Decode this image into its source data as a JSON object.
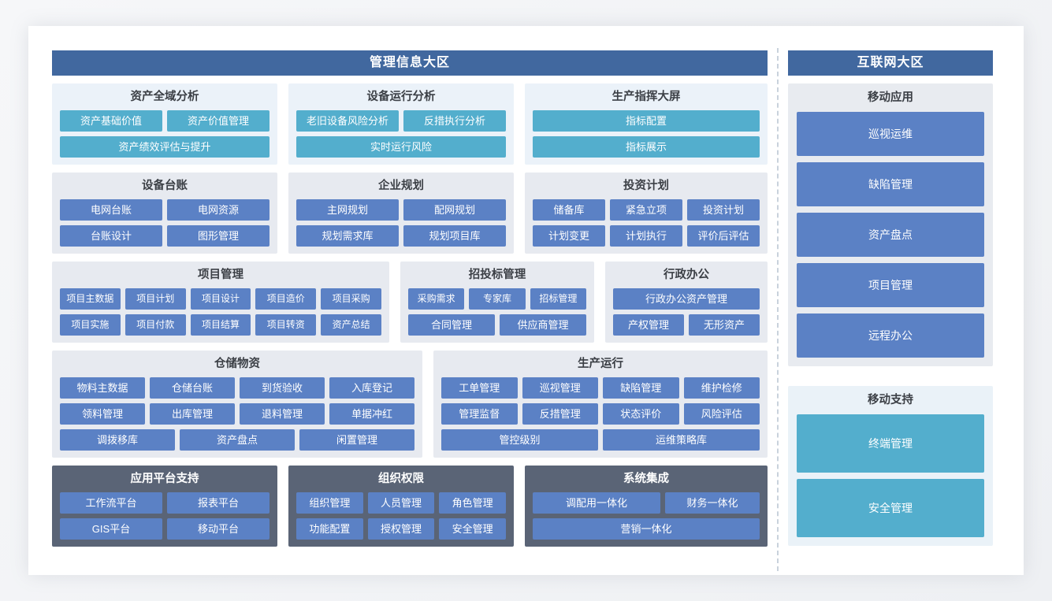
{
  "left_zone": {
    "title": "管理信息大区",
    "bands": [
      {
        "name": "analysis-band",
        "groups": [
          {
            "title": "资产全域分析",
            "theme": "teal",
            "rows": [
              [
                "资产基础价值",
                "资产价值管理"
              ],
              [
                "资产绩效评估与提升"
              ]
            ]
          },
          {
            "title": "设备运行分析",
            "theme": "teal",
            "rows": [
              [
                "老旧设备风险分析",
                "反措执行分析"
              ],
              [
                "实时运行风险"
              ]
            ]
          },
          {
            "title": "生产指挥大屏",
            "theme": "teal",
            "rows": [
              [
                "指标配置"
              ],
              [
                "指标展示"
              ]
            ]
          }
        ]
      },
      {
        "name": "ledger-band",
        "groups": [
          {
            "title": "设备台账",
            "theme": "blue",
            "rows": [
              [
                "电网台账",
                "电网资源"
              ],
              [
                "台账设计",
                "图形管理"
              ]
            ]
          },
          {
            "title": "企业规划",
            "theme": "blue",
            "rows": [
              [
                "主网规划",
                "配网规划"
              ],
              [
                "规划需求库",
                "规划项目库"
              ]
            ]
          },
          {
            "title": "投资计划",
            "theme": "blue",
            "rows": [
              [
                "储备库",
                "紧急立项",
                "投资计划"
              ],
              [
                "计划变更",
                "计划执行",
                "评价后评估"
              ]
            ]
          }
        ]
      },
      {
        "name": "project-band",
        "groups": [
          {
            "title": "项目管理",
            "theme": "blue",
            "rows": [
              [
                "项目主数据",
                "项目计划",
                "项目设计",
                "项目造价",
                "项目采购"
              ],
              [
                "项目实施",
                "项目付款",
                "项目结算",
                "项目转资",
                "资产总结"
              ]
            ]
          },
          {
            "title": "招投标管理",
            "theme": "blue",
            "rows": [
              [
                "采购需求",
                "专家库",
                "招标管理"
              ],
              [
                "合同管理",
                "供应商管理"
              ]
            ]
          },
          {
            "title": "行政办公",
            "theme": "blue",
            "rows": [
              [
                "行政办公资产管理"
              ],
              [
                "产权管理",
                "无形资产"
              ]
            ]
          }
        ]
      },
      {
        "name": "warehouse-band",
        "groups": [
          {
            "title": "仓储物资",
            "theme": "blue",
            "rows": [
              [
                "物料主数据",
                "仓储台账",
                "到货验收",
                "入库登记"
              ],
              [
                "领料管理",
                "出库管理",
                "退料管理",
                "单据冲红"
              ],
              [
                "调拨移库",
                "资产盘点",
                "闲置管理"
              ]
            ]
          },
          {
            "title": "生产运行",
            "theme": "blue",
            "rows": [
              [
                "工单管理",
                "巡视管理",
                "缺陷管理",
                "维护检修"
              ],
              [
                "管理监督",
                "反措管理",
                "状态评价",
                "风险评估"
              ],
              [
                "管控级别",
                "运维策略库"
              ]
            ]
          }
        ]
      },
      {
        "name": "platform-band",
        "groups": [
          {
            "title": "应用平台支持",
            "theme": "dark",
            "rows": [
              [
                "工作流平台",
                "报表平台"
              ],
              [
                "GIS平台",
                "移动平台"
              ]
            ]
          },
          {
            "title": "组织权限",
            "theme": "dark",
            "rows": [
              [
                "组织管理",
                "人员管理",
                "角色管理"
              ],
              [
                "功能配置",
                "授权管理",
                "安全管理"
              ]
            ]
          },
          {
            "title": "系统集成",
            "theme": "dark",
            "rows": [
              [
                "调配用一体化",
                "财务一体化"
              ],
              [
                "营销一体化"
              ]
            ]
          }
        ]
      }
    ]
  },
  "right_zone": {
    "title": "互联网大区",
    "groups": [
      {
        "title": "移动应用",
        "theme": "lightgray",
        "tile_theme": "blue",
        "items": [
          "巡视运维",
          "缺陷管理",
          "资产盘点",
          "项目管理",
          "远程办公"
        ]
      },
      {
        "title": "移动支持",
        "theme": "paleblue",
        "tile_theme": "teal",
        "items": [
          "终端管理",
          "安全管理"
        ]
      }
    ]
  },
  "colors": {
    "zone_header": "#41689f",
    "tile_teal": "#53aecd",
    "tile_blue": "#5b81c5",
    "panel_dark": "#5a6476",
    "panel_teal_bg": "#ebf2f9",
    "panel_blue_bg": "#e7eaf0",
    "divider": "#c9d2dc"
  }
}
